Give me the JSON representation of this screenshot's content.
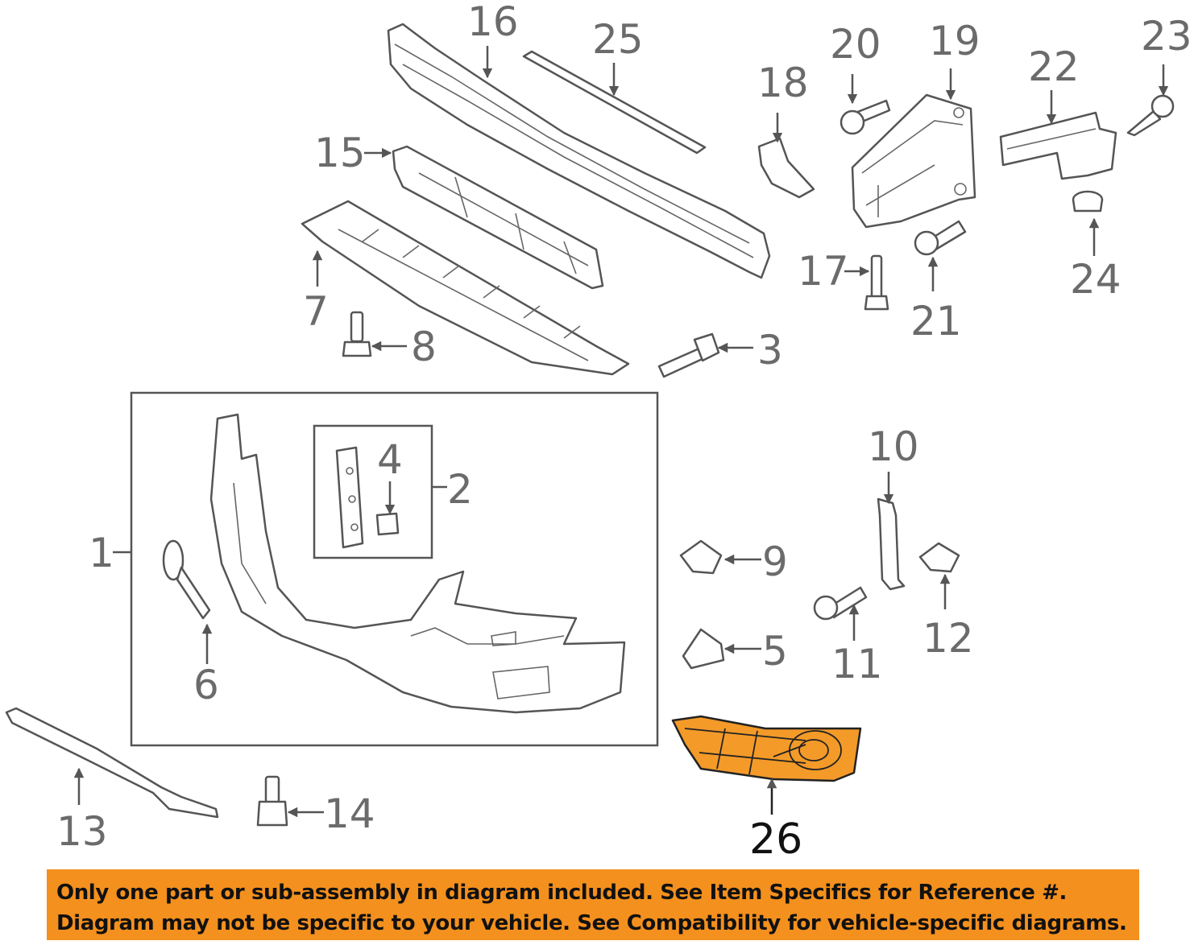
{
  "callouts": {
    "c1": "1",
    "c2": "2",
    "c3": "3",
    "c4": "4",
    "c5": "5",
    "c6": "6",
    "c7": "7",
    "c8": "8",
    "c9": "9",
    "c10": "10",
    "c11": "11",
    "c12": "12",
    "c13": "13",
    "c14": "14",
    "c15": "15",
    "c16": "16",
    "c17": "17",
    "c18": "18",
    "c19": "19",
    "c20": "20",
    "c21": "21",
    "c22": "22",
    "c23": "23",
    "c24": "24",
    "c25": "25",
    "c26": "26"
  },
  "highlight_color": "#f39a29",
  "disclaimer": {
    "line1": "Only one part or sub-assembly in diagram included. See Item Specifics for Reference #.",
    "line2": "Diagram may not be specific to your vehicle. See Compatibility for vehicle-specific diagrams."
  }
}
